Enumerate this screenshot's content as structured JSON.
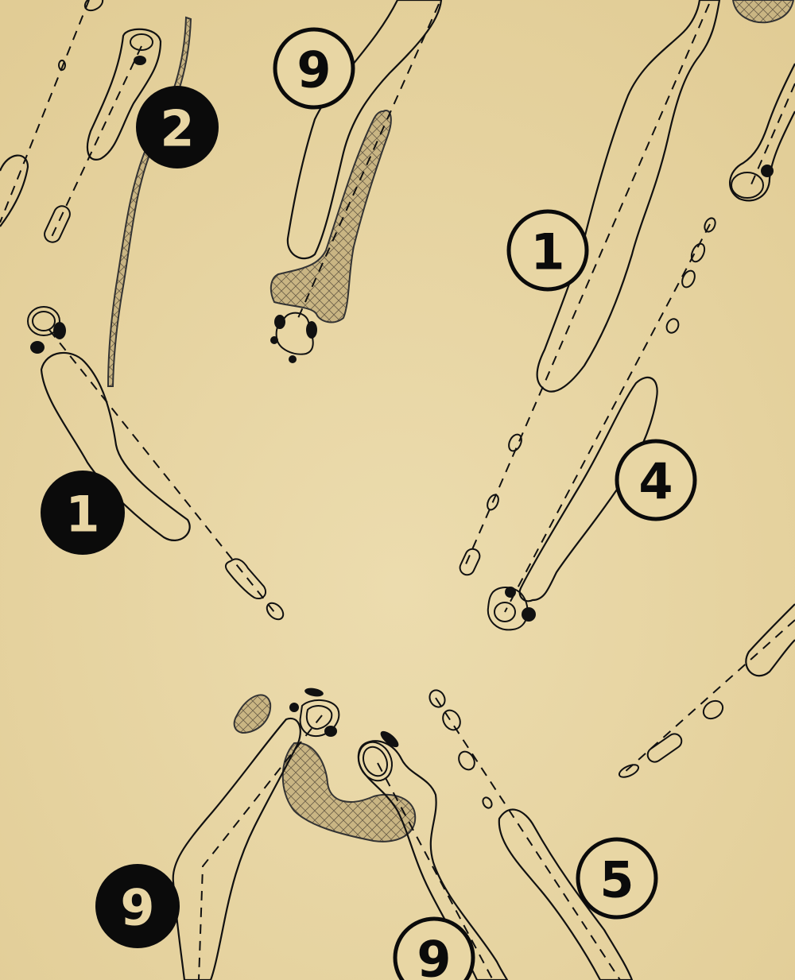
{
  "map": {
    "background_color": "#e8d6a4",
    "line_color": "#111111",
    "hole_markers": [
      {
        "number": "2",
        "style": "filled"
      },
      {
        "number": "9",
        "style": "outlined"
      },
      {
        "number": "1",
        "style": "outlined"
      },
      {
        "number": "1",
        "style": "filled"
      },
      {
        "number": "4",
        "style": "outlined"
      },
      {
        "number": "9",
        "style": "filled"
      },
      {
        "number": "5",
        "style": "outlined"
      },
      {
        "number": "9",
        "style": "outlined"
      }
    ]
  }
}
